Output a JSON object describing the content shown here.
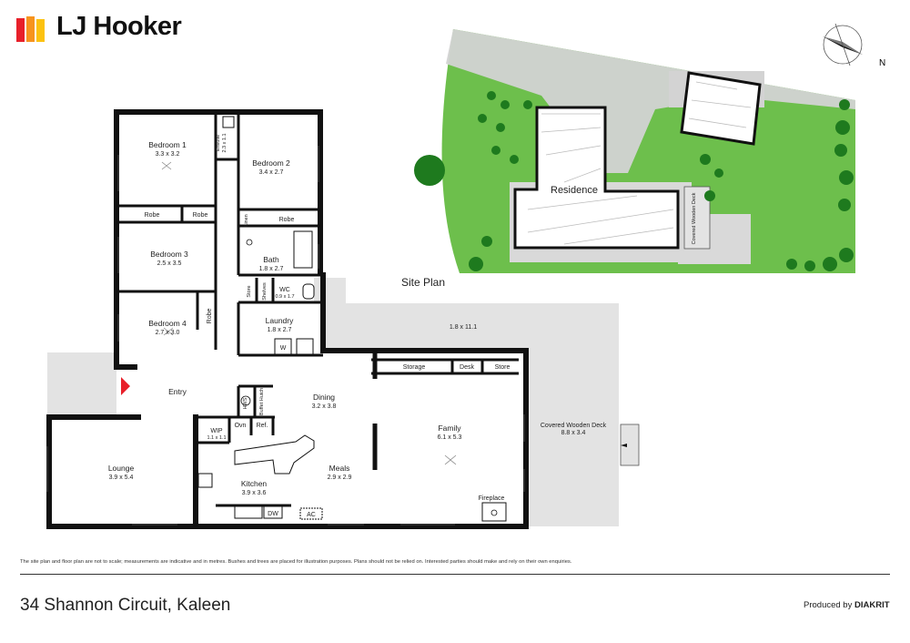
{
  "brand": {
    "name": "LJ Hooker"
  },
  "compass": {
    "north_label": "N"
  },
  "site_plan": {
    "title": "Site Plan",
    "residence_label": "Residence",
    "deck_label": "Covered Wooden Deck"
  },
  "rooms": {
    "bedroom1": {
      "name": "Bedroom 1",
      "dims": "3.3 x 3.2"
    },
    "ensuite": {
      "name": "Ensuite",
      "dims": "2.3 x 1.1"
    },
    "bedroom2": {
      "name": "Bedroom 2",
      "dims": "3.4 x 2.7"
    },
    "robe1": "Robe",
    "robe2": "Robe",
    "robe3": "Robe",
    "robe4": "Robe",
    "linen": "Linen",
    "bedroom3": {
      "name": "Bedroom 3",
      "dims": "2.5 x 3.5"
    },
    "bath": {
      "name": "Bath",
      "dims": "1.8 x 2.7"
    },
    "store": "Store",
    "shelves": "Shelves",
    "wc": {
      "name": "WC",
      "dims": "0.9 x 1.7"
    },
    "bedroom4": {
      "name": "Bedroom 4",
      "dims": "2.7 x 3.0"
    },
    "laundry": {
      "name": "Laundry",
      "dims": "1.8 x 2.7"
    },
    "w": "W",
    "side_area": {
      "dims": "1.8 x 11.1"
    },
    "entry": "Entry",
    "hws": "HWS",
    "buffet": "Buffet Hutch",
    "dining": {
      "name": "Dining",
      "dims": "3.2 x 3.8"
    },
    "storage": "Storage",
    "desk": "Desk",
    "store2": "Store",
    "wip": {
      "name": "WIP",
      "dims": "1.1 x 1.1"
    },
    "ovn": "Ovn",
    "ref": "Ref.",
    "family": {
      "name": "Family",
      "dims": "6.1 x 5.3"
    },
    "covered_deck": {
      "name": "Covered Wooden Deck",
      "dims": "8.8 x 3.4"
    },
    "lounge": {
      "name": "Lounge",
      "dims": "3.9 x 5.4"
    },
    "meals": {
      "name": "Meals",
      "dims": "2.9 x 2.9"
    },
    "kitchen": {
      "name": "Kitchen",
      "dims": "3.9 x 3.6"
    },
    "fireplace": "Fireplace",
    "dw": "DW",
    "ac": "AC"
  },
  "footer": {
    "disclaimer": "The site plan and floor plan are not to scale; measurements are indicative and in metres. Bushes and trees are placed for illustration purposes. Plans should not be relied on. Interested parties should make and rely on their own enquiries.",
    "address": "34 Shannon Circuit, Kaleen",
    "produced_by_prefix": "Produced by",
    "produced_by_brand": "DIAKRIT"
  },
  "colors": {
    "wall": "#111111",
    "lawn": "#6dbf4c",
    "paving": "#d6d6d6",
    "tree": "#2e8b2e",
    "accent_red": "#e8202a",
    "logo_orange": "#f7941d",
    "logo_yellow": "#fcc20f"
  }
}
